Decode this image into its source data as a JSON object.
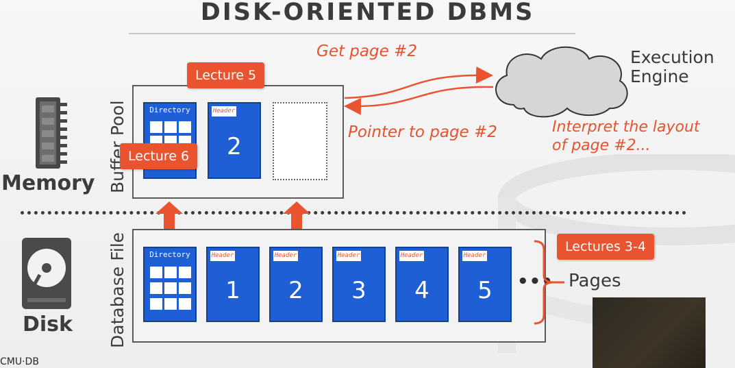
{
  "title": "DISK-ORIENTED DBMS",
  "annotations": {
    "get_page": "Get page #2",
    "pointer": "Pointer to page #2",
    "interpret_line1": "Interpret the layout",
    "interpret_line2": "of page #2..."
  },
  "execution_engine": {
    "line1": "Execution",
    "line2": "Engine"
  },
  "badges": {
    "lecture5": "Lecture 5",
    "lecture6": "Lecture 6",
    "lectures34": "Lectures 3-4"
  },
  "memory": {
    "label": "Memory",
    "buffer_pool_label": "Buffer Pool"
  },
  "disk": {
    "label": "Disk",
    "db_file_label": "Database File"
  },
  "directory_label": "Directory",
  "header_label": "Header",
  "buffer_pages": [
    "2"
  ],
  "disk_pages": [
    "1",
    "2",
    "3",
    "4",
    "5"
  ],
  "ellipsis": "•••",
  "pages_label": "Pages",
  "footer": "CMU·DB",
  "colors": {
    "accent": "#e9532f",
    "page_blue": "#1f5fd6",
    "text_dark": "#3b3b3b"
  }
}
